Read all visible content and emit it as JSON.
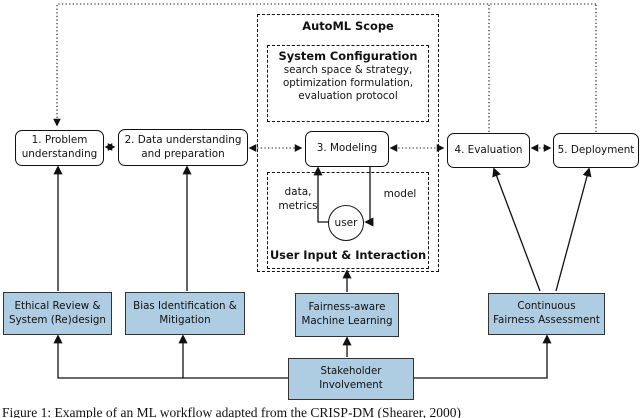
{
  "colors": {
    "intervention_fill": "#aecde2",
    "intervention_border": "#333333",
    "line_color": "#111111"
  },
  "automl": {
    "title": "AutoML Scope"
  },
  "system_config": {
    "title": "System Configuration",
    "lines": [
      "search space & strategy,",
      "optimization formulation,",
      "evaluation protocol"
    ]
  },
  "steps": [
    {
      "lines": [
        "1. Problem",
        "understanding"
      ]
    },
    {
      "lines": [
        "2. Data understanding",
        "and preparation"
      ]
    },
    {
      "lines": [
        "3. Modeling"
      ]
    },
    {
      "lines": [
        "4. Evaluation"
      ]
    },
    {
      "lines": [
        "5. Deployment"
      ]
    }
  ],
  "user_box": {
    "title": "User Input & Interaction",
    "data_label_lines": [
      "data,",
      "metrics"
    ],
    "model_label": "model",
    "user_label": "user"
  },
  "interventions": [
    {
      "lines": [
        "Ethical Review &",
        "System (Re)design"
      ]
    },
    {
      "lines": [
        "Bias Identification &",
        "Mitigation"
      ]
    },
    {
      "lines": [
        "Fairness-aware",
        "Machine Learning"
      ]
    },
    {
      "lines": [
        "Continuous",
        "Fairness Assessment"
      ]
    }
  ],
  "stakeholder": {
    "label": "Stakeholder Involvement"
  },
  "caption": "Figure 1: Example of an ML workflow adapted from the CRISP-DM (Shearer, 2000)"
}
